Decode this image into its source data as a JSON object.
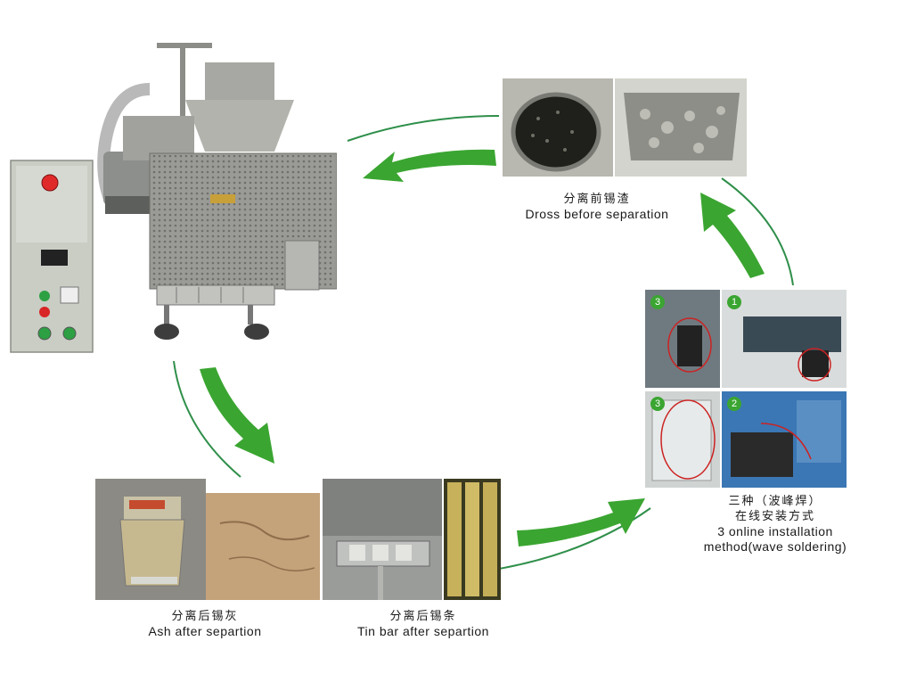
{
  "stages": {
    "dross": {
      "zh": "分离前锡渣",
      "en": "Dross before separation"
    },
    "install": {
      "zh_line1": "三种（波峰焊）",
      "zh_line2": "在线安装方式",
      "en_line1": "3 online installation",
      "en_line2": "method(wave soldering)"
    },
    "ash": {
      "zh": "分离后锡灰",
      "en": "Ash after separtion"
    },
    "tinbar": {
      "zh": "分离后锡条",
      "en": "Tin bar after separtion"
    }
  },
  "install_panels": [
    "3",
    "1",
    "3",
    "2"
  ],
  "colors": {
    "arrow": "#3aa531",
    "arc": "#2f8f4a",
    "machine_metal": "#9a9a96",
    "cabinet": "#c9cdc4"
  }
}
